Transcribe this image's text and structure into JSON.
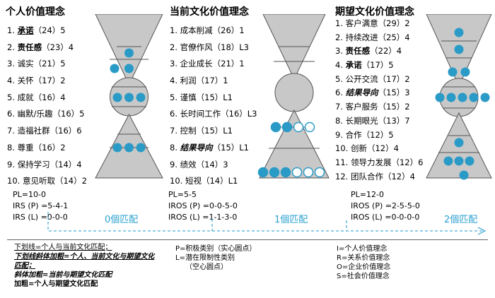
{
  "columns": [
    {
      "title": "个人价值理念",
      "items": [
        {
          "num": "1.",
          "text": "承诺",
          "value": "（24）5",
          "style": "b u"
        },
        {
          "num": "2.",
          "text": "责任感",
          "value": "（23）4",
          "style": "b"
        },
        {
          "num": "3.",
          "text": "诚实",
          "value": "（21）5",
          "style": ""
        },
        {
          "num": "4.",
          "text": "关怀",
          "value": "（17）2",
          "style": ""
        },
        {
          "num": "5.",
          "text": "成就",
          "value": "（16）4",
          "style": ""
        },
        {
          "num": "6.",
          "text": "幽默/乐趣",
          "value": "（16）5",
          "style": ""
        },
        {
          "num": "7.",
          "text": "造福社群",
          "value": "（16）6",
          "style": ""
        },
        {
          "num": "8.",
          "text": "尊重",
          "value": "（16）2",
          "style": ""
        },
        {
          "num": "9.",
          "text": "保持学习",
          "value": "（14）4",
          "style": ""
        },
        {
          "num": "10.",
          "text": "意见听取",
          "value": "（14）2",
          "style": ""
        }
      ],
      "stats": [
        "PL=10-0",
        "IRS (P) =5-4-1",
        "IRS (L) =0-0-0"
      ],
      "match": "0個匹配",
      "dots": {
        "top": [
          1,
          2
        ],
        "middle": [
          3
        ],
        "lower": [
          3
        ],
        "bottom": []
      }
    },
    {
      "title": "当前文化价值理念",
      "items": [
        {
          "num": "1.",
          "text": "成本削减",
          "value": "（26）1",
          "style": ""
        },
        {
          "num": "2.",
          "text": "官僚作风",
          "value": "（18）L3",
          "style": ""
        },
        {
          "num": "3.",
          "text": "企业成长",
          "value": "（21）1",
          "style": ""
        },
        {
          "num": "4.",
          "text": "利润",
          "value": "（17）1",
          "style": ""
        },
        {
          "num": "5.",
          "text": "谨慎",
          "value": "（15）L1",
          "style": ""
        },
        {
          "num": "6.",
          "text": "长时间工作",
          "value": "（16）L3",
          "style": ""
        },
        {
          "num": "7.",
          "text": "控制",
          "value": "（15）L1",
          "style": ""
        },
        {
          "num": "8.",
          "text": "结果导向",
          "value": "（15）L1",
          "style": "b i"
        },
        {
          "num": "9.",
          "text": "绩效",
          "value": "（14）3",
          "style": ""
        },
        {
          "num": "10.",
          "text": "短视",
          "value": "（14）L1",
          "style": ""
        }
      ],
      "stats": [
        "PL=5-5",
        "IROS (P) =0-0-5-0",
        "IROS (L) =1-1-3-0"
      ],
      "match": "1個匹配"
    },
    {
      "title": "期望文化价值理念",
      "items": [
        {
          "num": "1.",
          "text": "客户满意",
          "value": "（29）2",
          "style": ""
        },
        {
          "num": "2.",
          "text": "持续改进",
          "value": "（25）4",
          "style": ""
        },
        {
          "num": "3.",
          "text": "责任感",
          "value": "（22）4",
          "style": "b"
        },
        {
          "num": "4.",
          "text": "承诺",
          "value": "（17）5",
          "style": "b"
        },
        {
          "num": "5.",
          "text": "公开交流",
          "value": "（17）2",
          "style": ""
        },
        {
          "num": "6.",
          "text": "结果导向",
          "value": "（15）3",
          "style": "b i"
        },
        {
          "num": "7.",
          "text": "客户服务",
          "value": "（15）2",
          "style": ""
        },
        {
          "num": "8.",
          "text": "长期眼光",
          "value": "（13）7",
          "style": ""
        },
        {
          "num": "9.",
          "text": "合作",
          "value": "（12）5",
          "style": ""
        },
        {
          "num": "10.",
          "text": "创新",
          "value": "（12）4",
          "style": ""
        },
        {
          "num": "11.",
          "text": "领导力发展",
          "value": "（12）6",
          "style": ""
        },
        {
          "num": "12.",
          "text": "团队合作",
          "value": "（12）4",
          "style": ""
        }
      ],
      "stats": [
        "PL=12-0",
        "IROS (P) =2-5-5-0",
        "IROS (L) =0-0-0-0"
      ],
      "match": "2個匹配"
    }
  ],
  "legend": {
    "col1": [
      "下划线=个人与当前文化匹配；",
      "下划线斜体加粗=个人、当前文化与期望文化匹配；",
      "斜体加粗=当前与期望文化匹配",
      "加粗=个人与期望文化匹配"
    ],
    "col2": [
      "P=积极类别（实心圆点）",
      "L=潜在限制性类别",
      "（空心圆点）"
    ],
    "col3": [
      "I=个人价值理念",
      "R=关系价值理念",
      "O=企业价值理念",
      "S=社会价值理念"
    ]
  },
  "colors": {
    "dot": "#2a9bc7",
    "shape_fill": "#c8c8c8",
    "shape_stroke": "#555555",
    "arrow": "#4aaed6"
  }
}
